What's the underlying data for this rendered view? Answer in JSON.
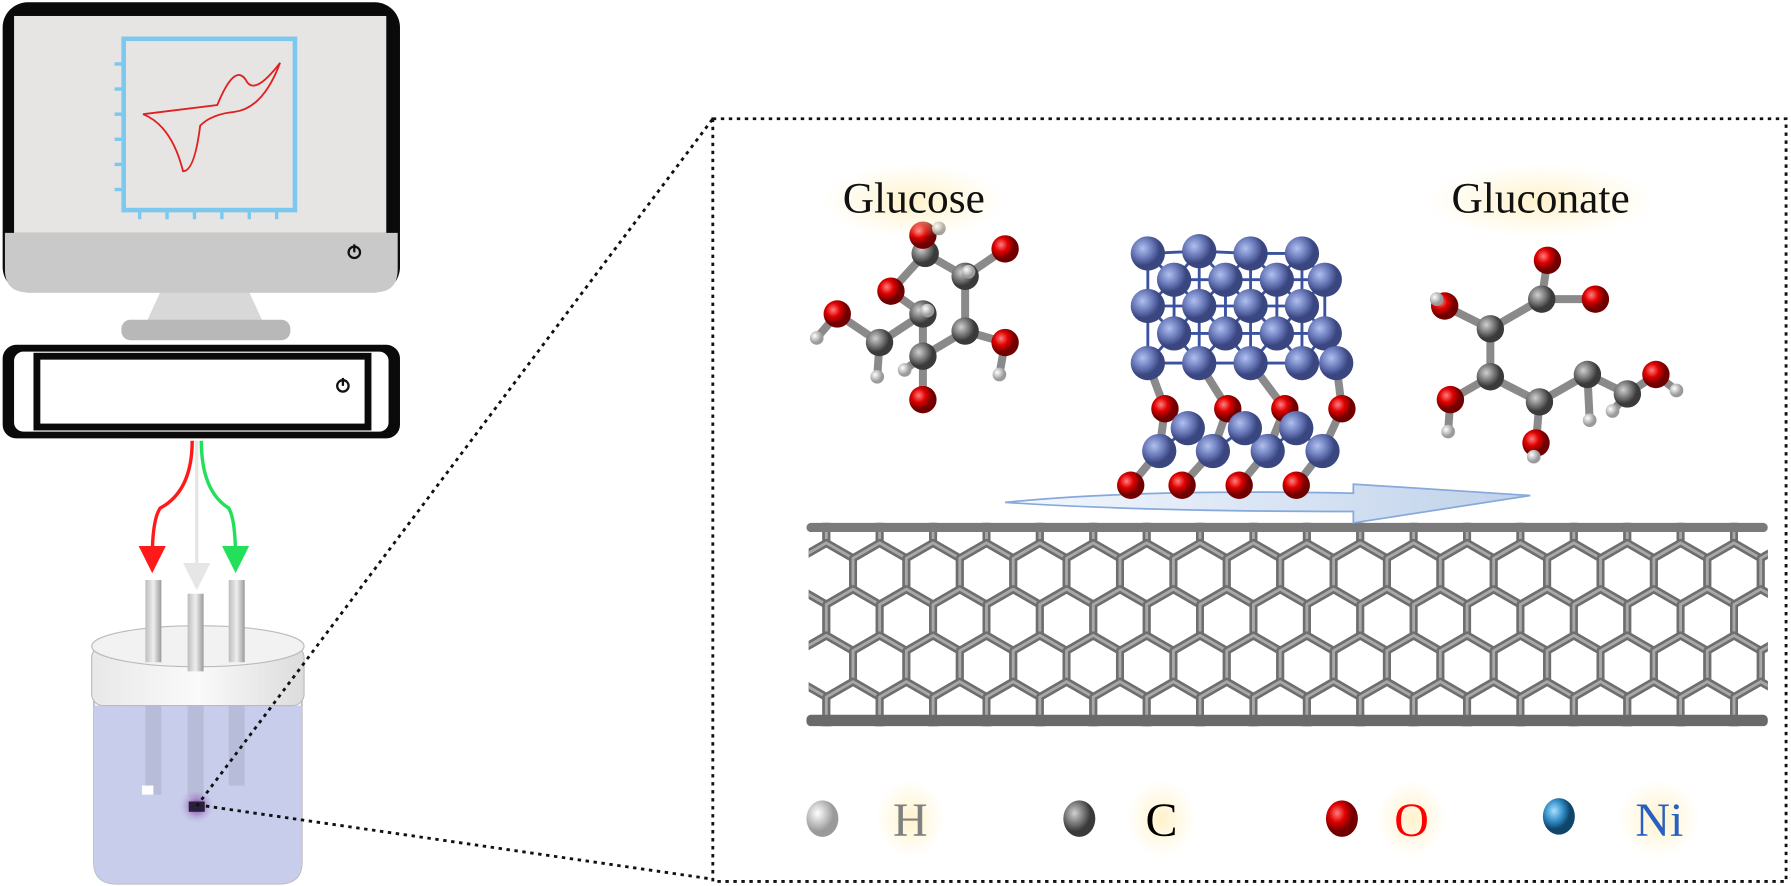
{
  "zoom_panel": {
    "reactant_label": "Glucose",
    "product_label": "Gluconate"
  },
  "legend": [
    {
      "symbol": "H",
      "color": "#808080",
      "sphere": "#e8e8e8"
    },
    {
      "symbol": "C",
      "color": "#000000",
      "sphere": "#6b6b6b"
    },
    {
      "symbol": "O",
      "color": "#ff0000",
      "sphere": "#e01010"
    },
    {
      "symbol": "Ni",
      "color": "#2a5fc0",
      "sphere": "#2f8bc4"
    }
  ],
  "colors": {
    "monitor_screen": "#e6e5e3",
    "plot_frame": "#7cc8ee",
    "cv_curve": "#e02020",
    "wire_red": "#ff1a1a",
    "wire_green": "#22e05a",
    "electrolyte": "#c7cdea"
  }
}
